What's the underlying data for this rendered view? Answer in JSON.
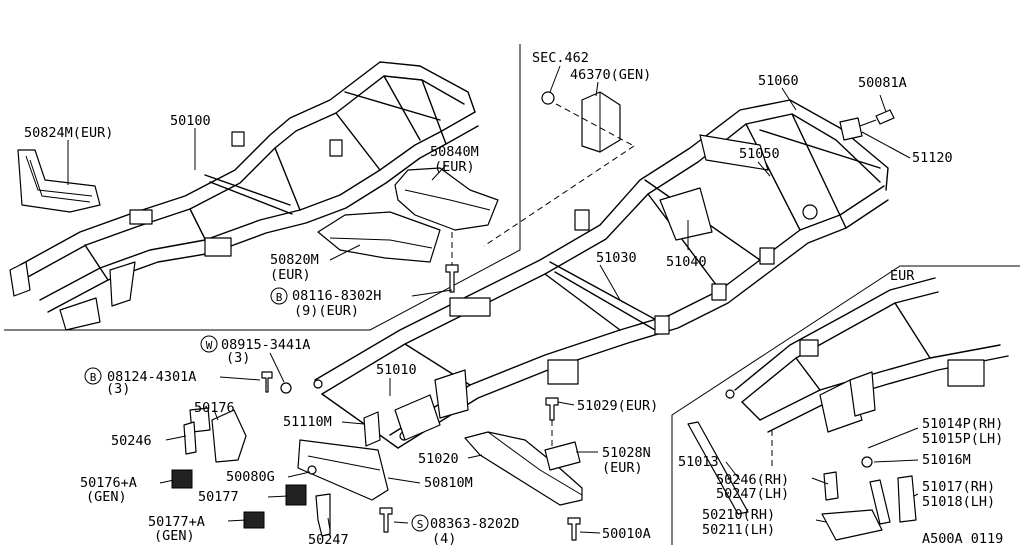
{
  "diagram_code": "A500A 0119",
  "section_labels": {
    "eur": "EUR"
  },
  "callouts": {
    "p50824m": "50824M(EUR)",
    "p50100": "50100",
    "p50840m": "50840M",
    "p50840m_note": "(EUR)",
    "p50820m": "50820M",
    "p50820m_note": "(EUR)",
    "p08116": "08116-8302H",
    "p08116_note": "(9)(EUR)",
    "sec462": "SEC.462",
    "p46370": "46370(GEN)",
    "p51060": "51060",
    "p50081a": "50081A",
    "p51050": "51050",
    "p51120": "51120",
    "p51030": "51030",
    "p51040": "51040",
    "p08915": "08915-3441A",
    "p08915_qty": "(3)",
    "p08124": "08124-4301A",
    "p08124_qty": "(3)",
    "p51010": "51010",
    "p50176": "50176",
    "p50246": "50246",
    "p51110m": "51110M",
    "p51029": "51029(EUR)",
    "p51020": "51020",
    "p51028n": "51028N",
    "p51028n_note": "(EUR)",
    "p50080g": "50080G",
    "p50810m": "50810M",
    "p50176a": "50176+A",
    "p50176a_note": "(GEN)",
    "p50177": "50177",
    "p50177a": "50177+A",
    "p50177a_note": "(GEN)",
    "p50247": "50247",
    "p08363": "08363-8202D",
    "p08363_qty": "(4)",
    "p50010a": "50010A",
    "p51013": "51013",
    "p50246rh": "50246(RH)",
    "p50247lh": "50247(LH)",
    "p50210rh": "50210(RH)",
    "p50211lh": "50211(LH)",
    "p51014p": "51014P(RH)",
    "p51015p": "51015P(LH)",
    "p51016m": "51016M",
    "p51017": "51017(RH)",
    "p51018": "51018(LH)"
  },
  "symbols": {
    "bolt_b": "B",
    "washer_w": "W",
    "screw_s": "S"
  }
}
